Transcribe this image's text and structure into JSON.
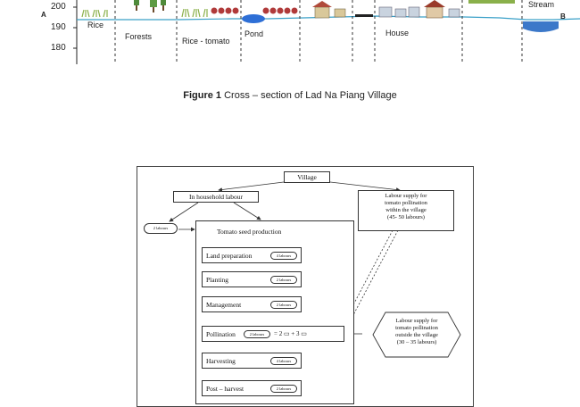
{
  "cross_section": {
    "y_ticks": [
      "200",
      "190",
      "180"
    ],
    "point_a": "A",
    "point_b": "B",
    "zones": [
      {
        "label": "Rice"
      },
      {
        "label": "Forests"
      },
      {
        "label": "Rice - tomato"
      },
      {
        "label": "Pond"
      },
      {
        "label": "House"
      },
      {
        "label": "Stream"
      }
    ],
    "colors": {
      "water": "#2e6fd6",
      "stream": "#3b78c9",
      "ground": "#3aa0c8",
      "foliage": "#8ab04a",
      "roof": "#b04a3a"
    }
  },
  "figure1_caption": {
    "label": "Figure 1",
    "text": "Cross – section of Lad Na Piang Village"
  },
  "flowchart": {
    "village": "Village",
    "in_household": "In household labour",
    "labour_small": "2 labours",
    "production_title": "Tomato seed production",
    "stages": [
      {
        "label": "Land preparation",
        "badge": "4 labours"
      },
      {
        "label": "Planting",
        "badge": "2 labours"
      },
      {
        "label": "Management",
        "badge": "2 labours"
      },
      {
        "label": "Pollination",
        "badge": "2 labours"
      },
      {
        "label": "Harvesting",
        "badge": "4 labours"
      },
      {
        "label": "Post – harvest",
        "badge": "2 labours"
      }
    ],
    "pollination_extra": "= 2 ▭ + 3 ▭",
    "within_village": {
      "line1": "Labour supply for",
      "line2": "tomato pollination",
      "line3": "within the village",
      "line4": "(45- 50 labours)"
    },
    "outside_village": {
      "line1": "Labour supply for",
      "line2": "tomato pollination",
      "line3": "outside the village",
      "line4": "(30 – 35 labours)"
    }
  }
}
